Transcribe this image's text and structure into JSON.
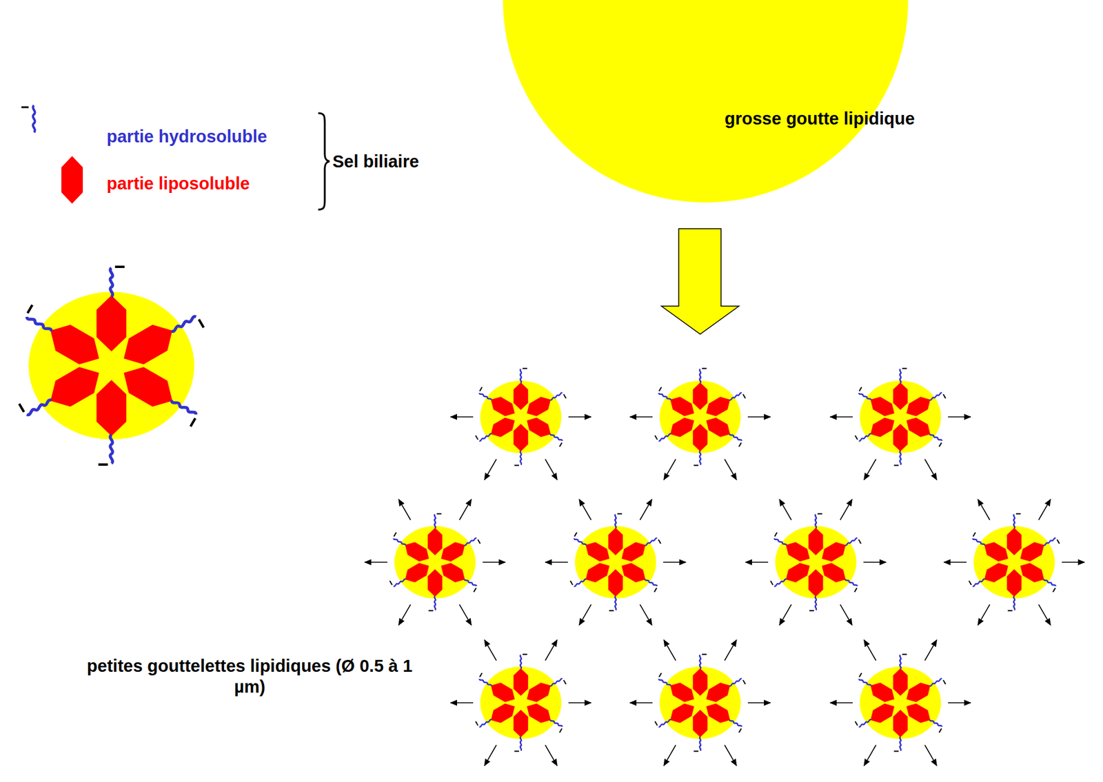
{
  "diagram": {
    "nodes": [
      {
        "text": [
          "grosse goutte lipidique"
        ]
      }
    ],
    "labels": [
      "Sel biliaire",
      "petites gouttelettes lipidiques (Ø 0.5 à 1 µm)"
    ],
    "legend": [
      {
        "text": "partie hydrosoluble"
      },
      {
        "text": "partie liposoluble"
      }
    ]
  }
}
